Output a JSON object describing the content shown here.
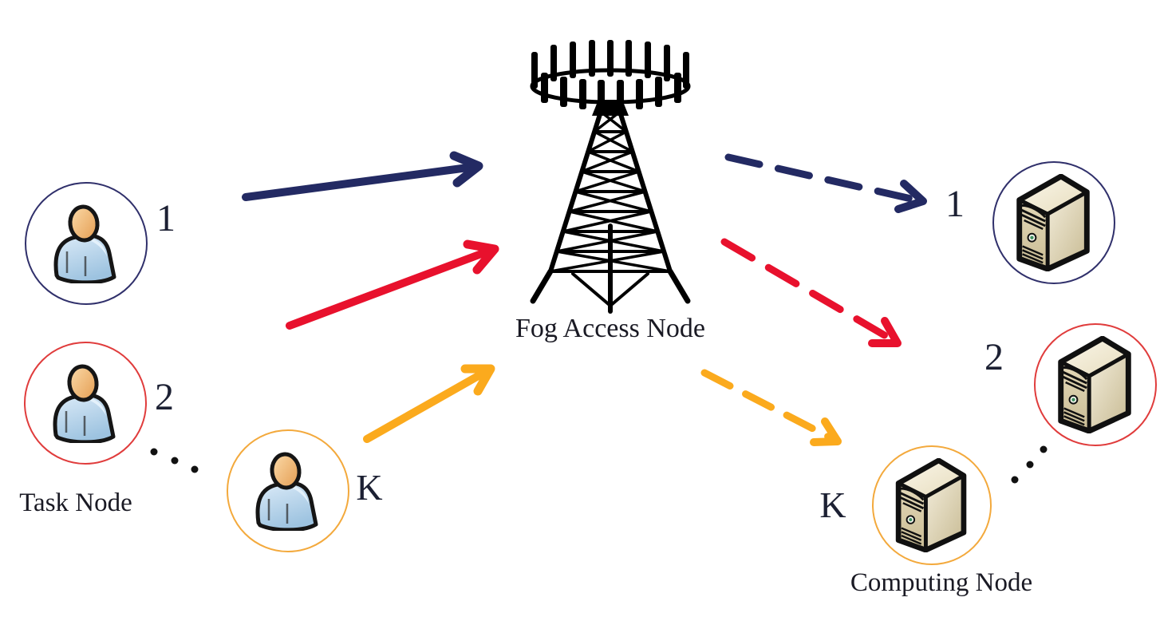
{
  "diagram": {
    "fog_node": {
      "label": "Fog Access Node"
    },
    "task_side": {
      "caption": "Task Node",
      "nodes": [
        {
          "id": "1",
          "label": "1",
          "ring_color": "#30306b"
        },
        {
          "id": "2",
          "label": "2",
          "ring_color": "#e03c3c"
        },
        {
          "id": "K",
          "label": "K",
          "ring_color": "#f3a93c"
        }
      ]
    },
    "computing_side": {
      "caption": "Computing Node",
      "nodes": [
        {
          "id": "1",
          "label": "1",
          "ring_color": "#30306b"
        },
        {
          "id": "2",
          "label": "2",
          "ring_color": "#e03c3c"
        },
        {
          "id": "K",
          "label": "K",
          "ring_color": "#f3a93c"
        }
      ]
    },
    "links": {
      "uplink_style": "solid",
      "downlink_style": "dashed",
      "colors": {
        "node1": "#232a63",
        "node2": "#e8112d",
        "nodeK": "#fbaa1d"
      }
    }
  }
}
